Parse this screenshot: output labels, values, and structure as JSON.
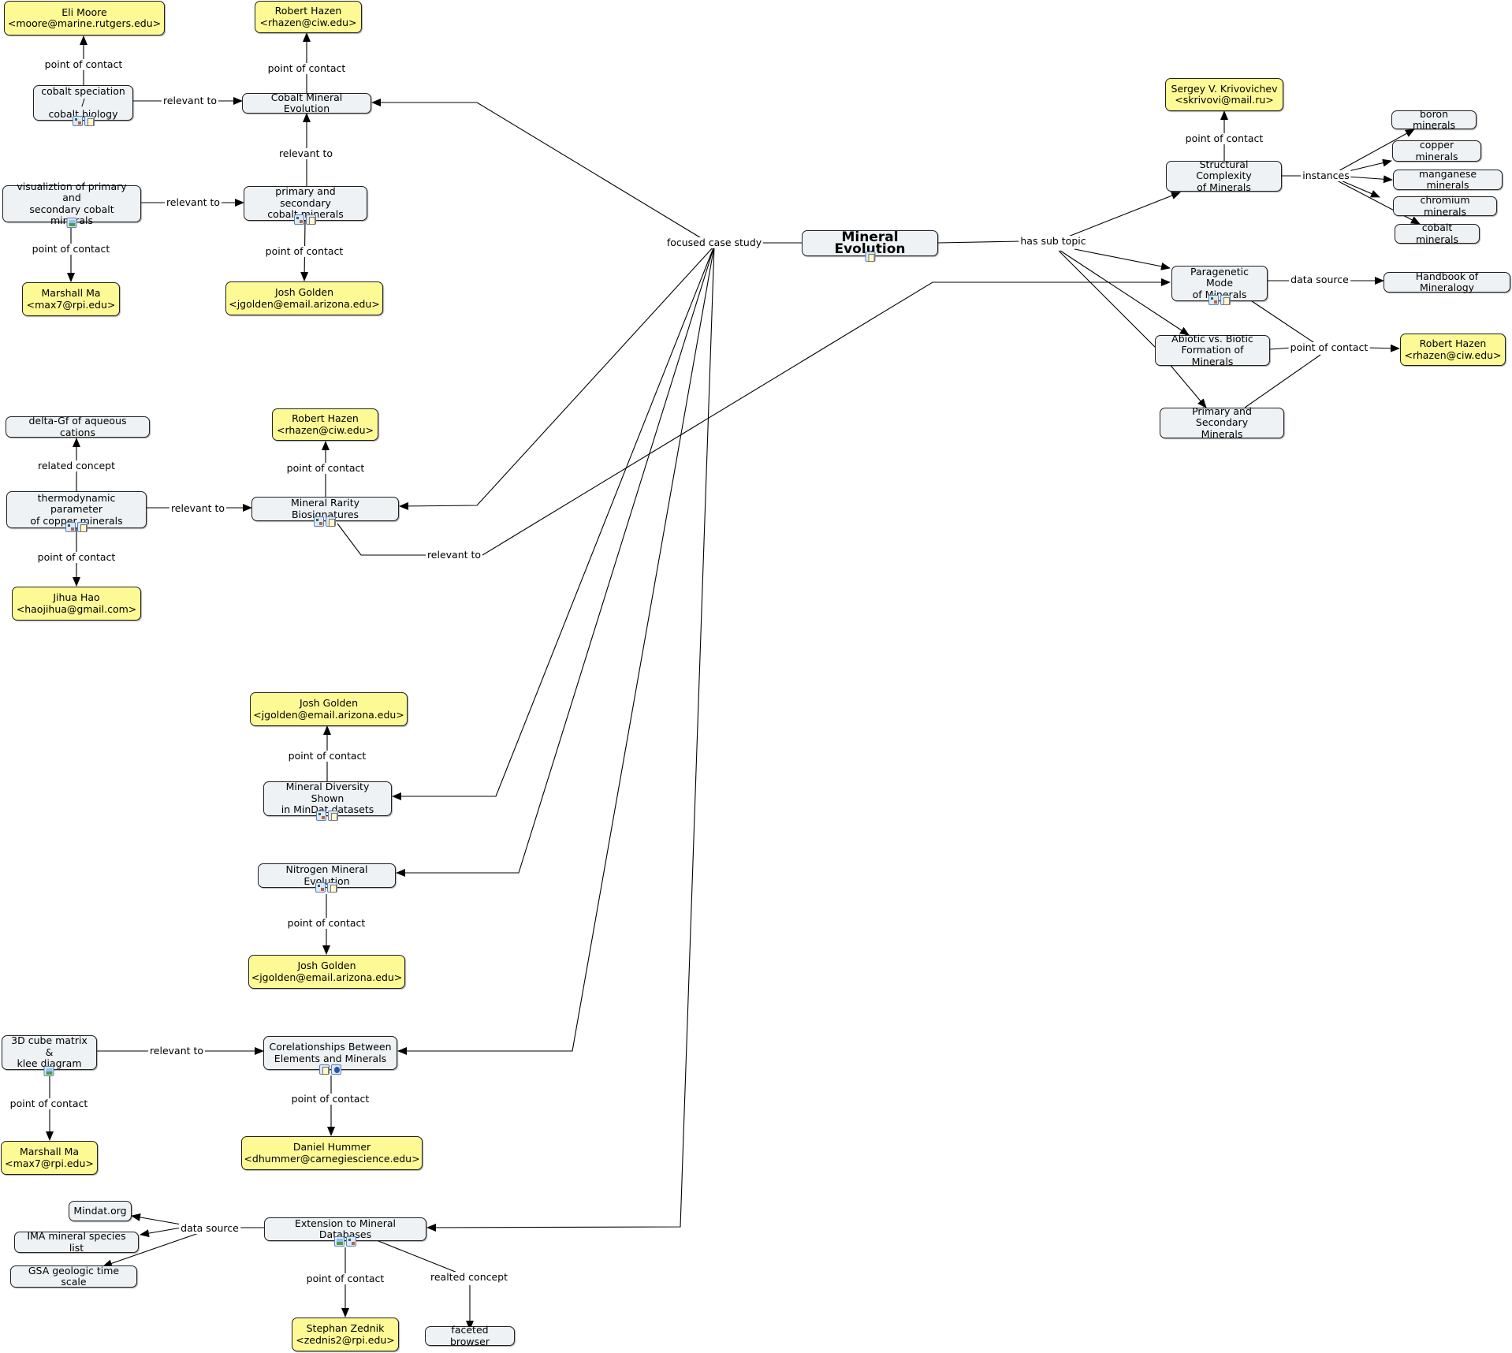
{
  "colors": {
    "concept_fill": "#eef2f5",
    "contact_fill": "#fdfa96",
    "edge": "#000000"
  },
  "nodes": {
    "main": "Mineral Evolution",
    "cobalt_mineral_evolution": "Cobalt Mineral Evolution",
    "cobalt_hazen": "Robert Hazen\n<rhazen@ciw.edu>",
    "eli_moore": "Eli Moore\n<moore@marine.rutgers.edu>",
    "cobalt_speciation": "cobalt speciation /\ncobalt biology",
    "primary_secondary_cobalt": "primary and secondary\ncobalt minerals",
    "visualization_cobalt": "visualiztion of primary and\nsecondary cobalt minerals",
    "marshall_ma_1": "Marshall Ma\n<max7@rpi.edu>",
    "josh_golden_1": "Josh Golden\n<jgolden@email.arizona.edu>",
    "structural_complexity": "Structural Complexity\nof Minerals",
    "sergey": "Sergey V. Krivovichev\n<skrivovi@mail.ru>",
    "boron": "boron minerals",
    "copper": "copper minerals",
    "manganese": "manganese minerals",
    "chromium": "chromium minerals",
    "cobalt_minerals": "cobalt minerals",
    "paragenetic": "Paragenetic Mode\nof Minerals",
    "handbook": "Handbook of Mineralogy",
    "abiotic": "Abiotic vs. Biotic\nFormation of Minerals",
    "right_hazen": "Robert Hazen\n<rhazen@ciw.edu>",
    "primary_secondary_minerals": "Primary and Secondary\nMinerals",
    "delta_gf": "delta-Gf of aqueous cations",
    "thermo": "thermodynamic parameter\nof copper minerals",
    "jihua_hao": "Jihua Hao\n<haojihua@gmail.com>",
    "rarity": "Mineral Rarity Biosignatures",
    "rarity_hazen": "Robert Hazen\n<rhazen@ciw.edu>",
    "josh_golden_2": "Josh Golden\n<jgolden@email.arizona.edu>",
    "diversity": "Mineral Diversity Shown\nin MinDat datasets",
    "nitrogen": "Nitrogen Mineral Evolution",
    "josh_golden_3": "Josh Golden\n<jgolden@email.arizona.edu>",
    "cube": "3D cube matrix &\nklee diagram",
    "correlationships": "Corelationships Between\nElements and Minerals",
    "marshall_ma_2": "Marshall Ma\n<max7@rpi.edu>",
    "daniel": "Daniel Hummer\n<dhummer@carnegiescience.edu>",
    "mindat": "Mindat.org",
    "ima": "IMA mineral species list",
    "gsa": "GSA geologic time scale",
    "extension": "Extension to Mineral Databases",
    "stephan": "Stephan Zednik\n<zednis2@rpi.edu>",
    "faceted": "faceted browser"
  },
  "labels": {
    "focused_case_study": "focused case study",
    "has_sub_topic": "has sub topic",
    "poc_eli": "point of contact",
    "relevant_cobalt_speciation": "relevant to",
    "poc_cobalt_hazen": "point of contact",
    "relevant_primary_cobalt": "relevant to",
    "relevant_visualization": "relevant to",
    "poc_marshall_1": "point of contact",
    "poc_josh_1": "point of contact",
    "poc_sergey": "point of contact",
    "instances": "instances",
    "data_source_handbook": "data source",
    "poc_right_hazen": "point of contact",
    "related_concept_delta": "related concept",
    "relevant_thermo": "relevant to",
    "poc_jihua": "point of contact",
    "poc_rarity_hazen": "point of contact",
    "relevant_rarity_paragenetic": "relevant to",
    "poc_josh_2": "point of contact",
    "poc_josh_3": "point of contact",
    "relevant_cube": "relevant to",
    "poc_marshall_2": "point of contact",
    "poc_daniel": "point of contact",
    "data_source_ext": "data source",
    "poc_stephan": "point of contact",
    "realted_concept": "realted concept"
  }
}
